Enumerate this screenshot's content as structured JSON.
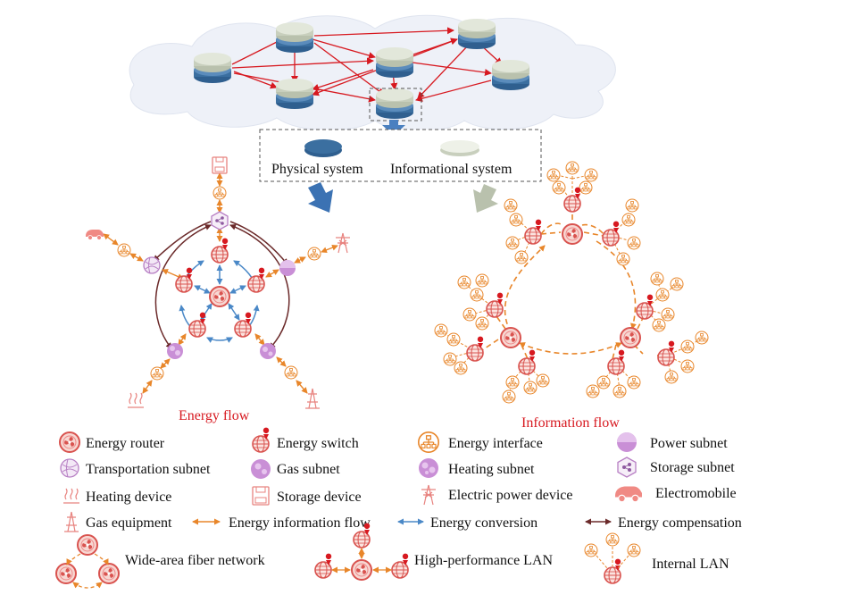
{
  "system_legend": {
    "physical": "Physical system",
    "informational": "Informational system"
  },
  "section_titles": {
    "energy_flow": "Energy flow",
    "information_flow": "Information flow"
  },
  "legend": {
    "energy_router": "Energy router",
    "energy_switch": "Energy switch",
    "energy_interface": "Energy interface",
    "power_subnet": "Power subnet",
    "transportation_subnet": "Transportation subnet",
    "gas_subnet": "Gas subnet",
    "heating_subnet": "Heating subnet",
    "storage_subnet": "Storage subnet",
    "heating_device": "Heating device",
    "storage_device": "Storage device",
    "electric_power_device": "Electric power device",
    "electromobile": "Electromobile",
    "gas_equipment": "Gas equipment",
    "energy_information_flow": "Energy information flow",
    "energy_conversion": "Energy conversion",
    "energy_compensation": "Energy compensation",
    "wide_area_fiber_network": "Wide-area fiber network",
    "high_performance_lan": "High-performance LAN",
    "internal_lan": "Internal LAN"
  },
  "colors": {
    "accent_red": "#d71920",
    "node_red": "#e05555",
    "node_fill": "#f7d7d2",
    "purple": "#b77fc4",
    "orange": "#e8862a",
    "blue_arrow": "#4a88c7",
    "brown_arrow": "#6b2a2a",
    "disk_physical": "#3b6fa0",
    "disk_info": "#d6dccb",
    "cloud": "#eef1f8"
  }
}
